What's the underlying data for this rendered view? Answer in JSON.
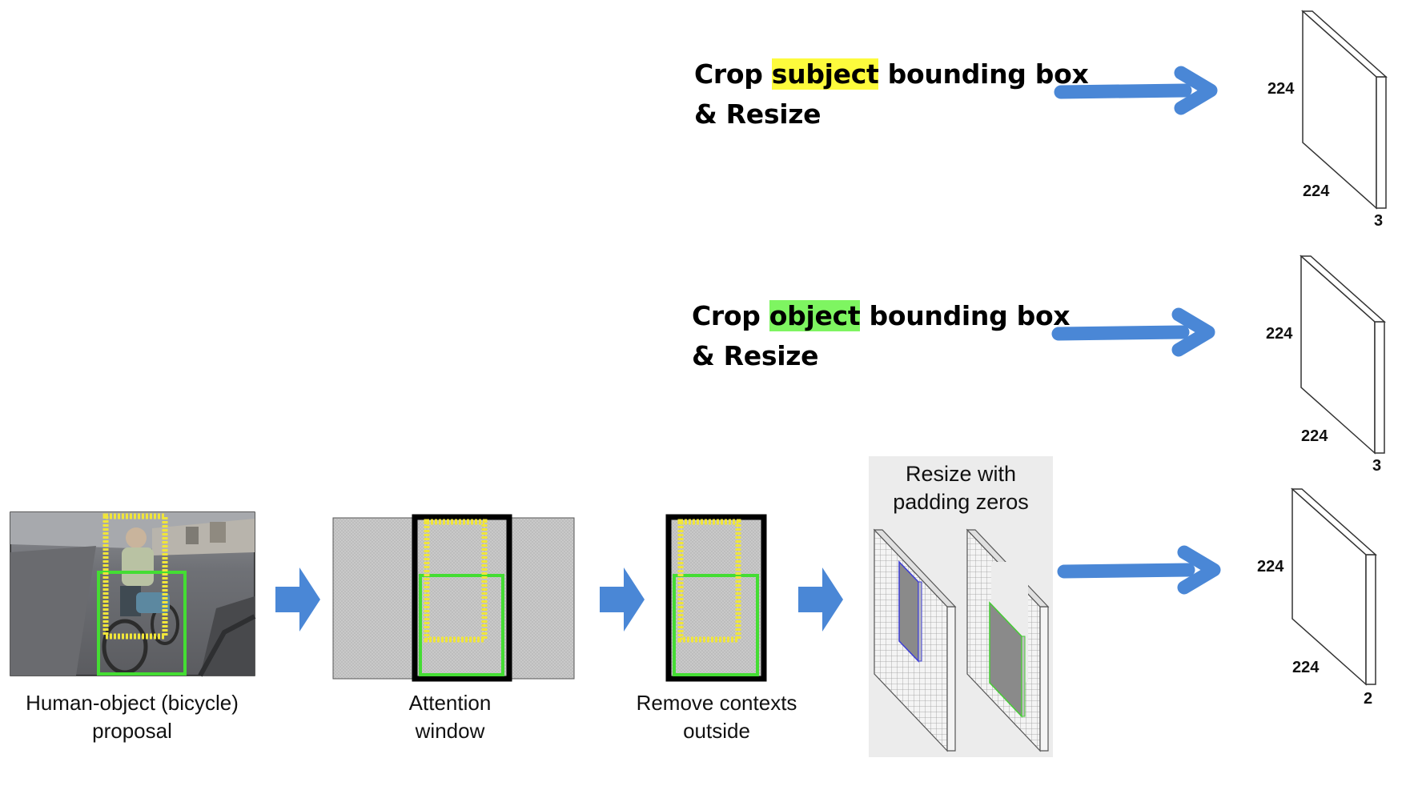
{
  "branches": {
    "subject": {
      "prefix": "Crop ",
      "keyword": "subject",
      "suffix": " bounding box",
      "line2": "& Resize",
      "highlight_color": "#fdfb3c"
    },
    "object": {
      "prefix": "Crop ",
      "keyword": "object",
      "suffix": " bounding box",
      "line2": "& Resize",
      "highlight_color": "#7ef561"
    }
  },
  "pipeline": {
    "step1": {
      "line1": "Human-object (bicycle)",
      "line2": "proposal"
    },
    "step2": {
      "line1": "Attention",
      "line2": "window"
    },
    "step3": {
      "line1": "Remove contexts",
      "line2": "outside"
    },
    "step4": {
      "line1": "Resize with",
      "line2": "padding zeros"
    }
  },
  "tensors": {
    "subject": {
      "height": "224",
      "width": "224",
      "channels": "3"
    },
    "object": {
      "height": "224",
      "width": "224",
      "channels": "3"
    },
    "attention": {
      "height": "224",
      "width": "224",
      "channels": "2"
    }
  },
  "colors": {
    "arrow": "#4a87d6",
    "subject_box": "#f0e53a",
    "object_box": "#44dd33"
  }
}
